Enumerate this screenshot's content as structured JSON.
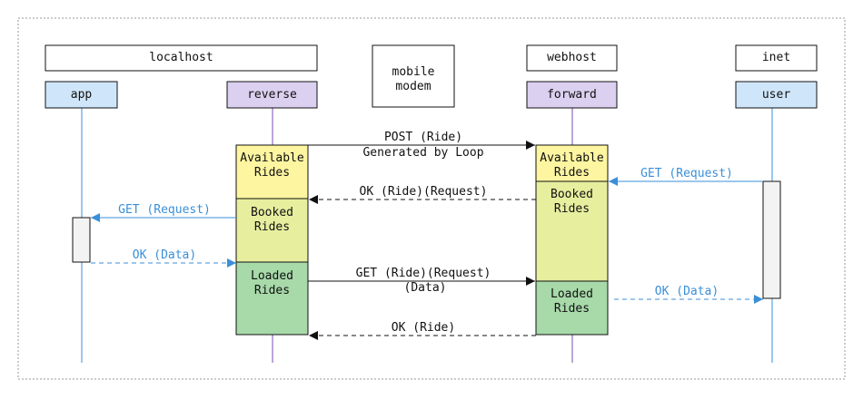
{
  "groups": {
    "localhost": "localhost",
    "mobile_modem_line1": "mobile",
    "mobile_modem_line2": "modem",
    "webhost": "webhost",
    "inet": "inet"
  },
  "participants": {
    "app": "app",
    "reverse": "reverse",
    "forward": "forward",
    "user": "user"
  },
  "states": {
    "reverse_available_1": "Available",
    "reverse_available_2": "Rides",
    "reverse_booked_1": "Booked",
    "reverse_booked_2": "Rides",
    "reverse_loaded_1": "Loaded",
    "reverse_loaded_2": "Rides",
    "forward_available_1": "Available",
    "forward_available_2": "Rides",
    "forward_booked_1": "Booked",
    "forward_booked_2": "Rides",
    "forward_loaded_1": "Loaded",
    "forward_loaded_2": "Rides"
  },
  "messages": {
    "post_ride_1": "POST (Ride)",
    "post_ride_2": "Generated by Loop",
    "get_request_user": "GET (Request)",
    "ok_ride_request": "OK (Ride)(Request)",
    "get_request_app": "GET (Request)",
    "ok_data_app": "OK (Data)",
    "get_ride_request_data_1": "GET (Ride)(Request)",
    "get_ride_request_data_2": "(Data)",
    "ok_data_user": "OK (Data)",
    "ok_ride": "OK (Ride)"
  },
  "colors": {
    "participant_blue": "#cfe6fa",
    "participant_purple": "#dcd0f0",
    "state_available": "#fdf5a0",
    "state_booked": "#e7ee9e",
    "state_loaded": "#a7d9a9",
    "lifeline_blue": "#3a8fd8",
    "lifeline_purple": "#7a4bb5",
    "activation_bar": "#f3f3f3"
  }
}
